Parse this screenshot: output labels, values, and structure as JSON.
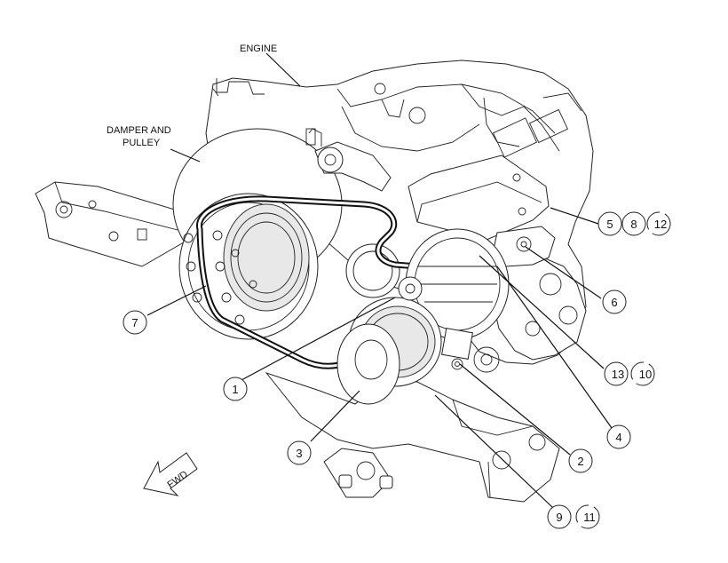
{
  "labels": {
    "engine": "ENGINE",
    "damper_line1": "DAMPER AND",
    "damper_line2": "PULLEY",
    "fwd": "FWD"
  },
  "callouts": [
    {
      "id": "c1",
      "text": "1"
    },
    {
      "id": "c2",
      "text": "2"
    },
    {
      "id": "c3",
      "text": "3"
    },
    {
      "id": "c4",
      "text": "4"
    },
    {
      "id": "c5",
      "text": "5"
    },
    {
      "id": "c6",
      "text": "6"
    },
    {
      "id": "c7",
      "text": "7"
    },
    {
      "id": "c8",
      "text": "8"
    },
    {
      "id": "c9",
      "text": "9"
    },
    {
      "id": "c10",
      "text": "10"
    },
    {
      "id": "c11",
      "text": "11"
    },
    {
      "id": "c12",
      "text": "12"
    },
    {
      "id": "c13",
      "text": "13"
    }
  ]
}
